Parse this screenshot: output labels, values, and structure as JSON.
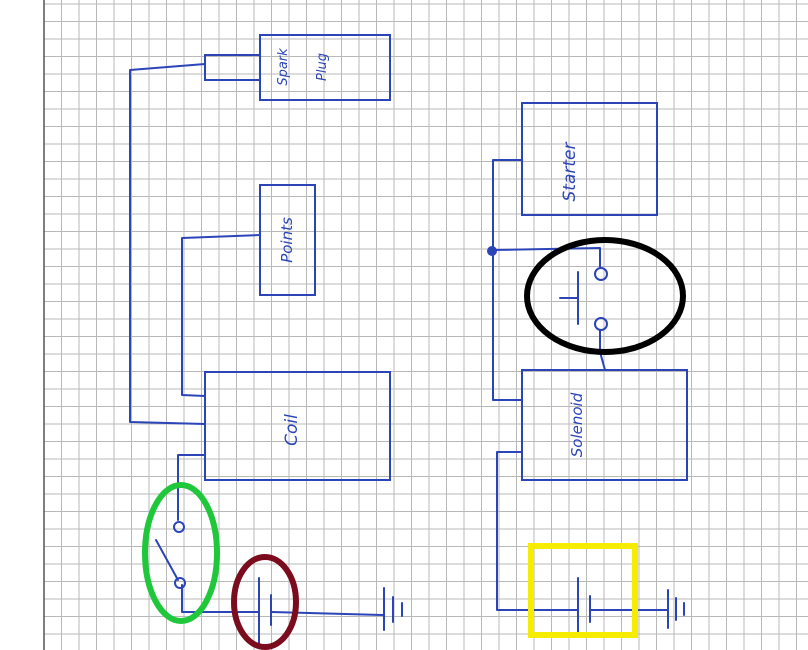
{
  "colors": {
    "ink": "#2b45b8",
    "grid": "#b8b8b8",
    "green_highlight": "#1ec83a",
    "maroon_highlight": "#7a0c1e",
    "black_highlight": "#000000",
    "yellow_highlight": "#f5ec00"
  },
  "labels": {
    "spark_plug_line1": "Spark",
    "spark_plug_line2": "Plug",
    "points": "Points",
    "coil": "Coil",
    "starter": "Starter",
    "solenoid": "Solenoid"
  },
  "highlights": [
    {
      "id": "ignition-switch",
      "shape": "ellipse",
      "color": "green"
    },
    {
      "id": "ignition-battery",
      "shape": "ellipse",
      "color": "maroon"
    },
    {
      "id": "starter-button",
      "shape": "ellipse",
      "color": "black"
    },
    {
      "id": "starter-battery",
      "shape": "rectangle",
      "color": "yellow"
    }
  ]
}
